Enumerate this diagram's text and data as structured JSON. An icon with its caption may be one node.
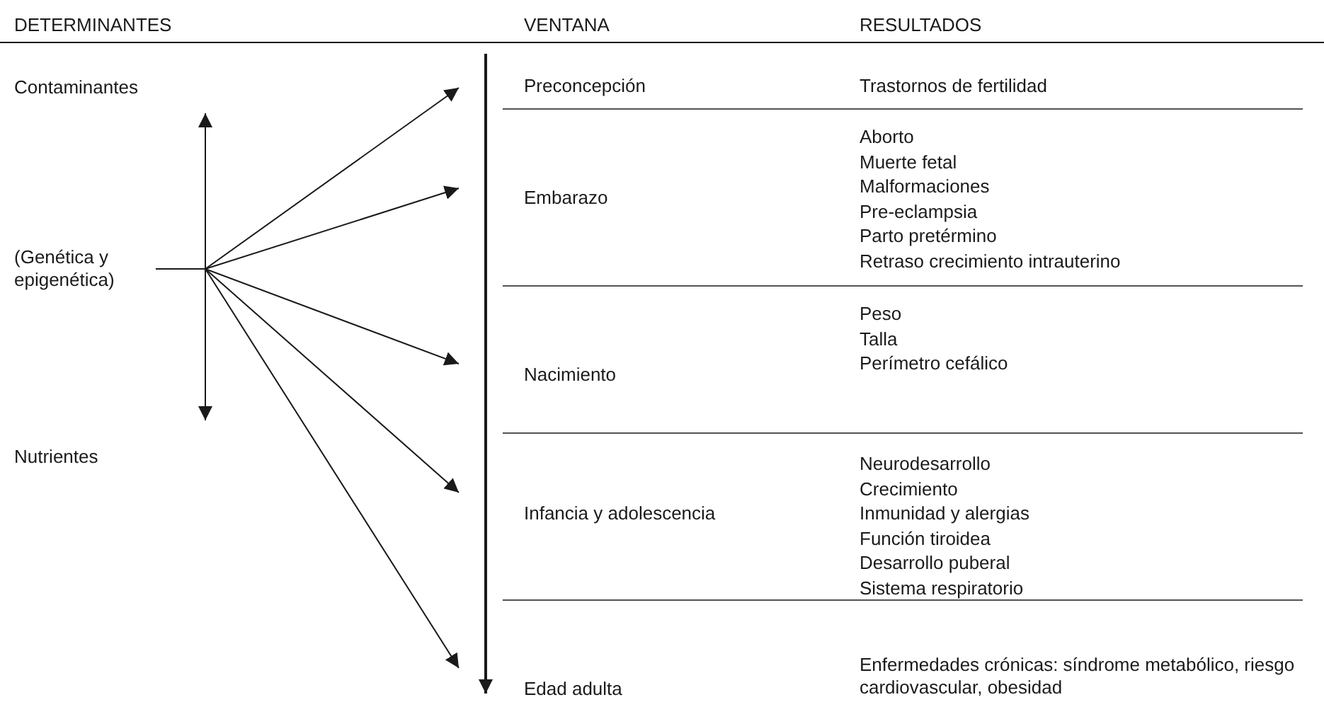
{
  "diagram": {
    "nodes": [
      {
        "text": [
          "Contaminantes"
        ]
      },
      {
        "text": [
          "(Genética y epigenética)"
        ]
      },
      {
        "text": [
          "Nutrientes"
        ]
      },
      {
        "text": [
          "Preconcepción",
          "Trastornos de fertilidad"
        ]
      },
      {
        "text": [
          "Embarazo",
          "Aborto",
          "Muerte fetal",
          "Malformaciones",
          "Pre-eclampsia",
          "Parto pretérmino",
          "Retraso crecimiento intrauterino"
        ]
      },
      {
        "text": [
          "Nacimiento",
          "Peso",
          "Talla",
          "Perímetro cefálico"
        ]
      },
      {
        "text": [
          "Infancia y adolescencia",
          "Neurodesarrollo",
          "Crecimiento",
          "Inmunidad y alergias",
          "Función tiroidea",
          "Desarrollo puberal",
          "Sistema respiratorio"
        ]
      },
      {
        "text": [
          "Edad adulta",
          "Enfermedades crónicas: síndrome metabólico, riesgo cardiovascular, obesidad"
        ]
      }
    ],
    "edges": [
      {
        "from": 1,
        "to": 3,
        "arrow": "to"
      },
      {
        "from": 1,
        "to": 4,
        "arrow": "to"
      },
      {
        "from": 1,
        "to": 5,
        "arrow": "to"
      },
      {
        "from": 1,
        "to": 6,
        "arrow": "to"
      },
      {
        "from": 1,
        "to": 7,
        "arrow": "to"
      }
    ],
    "labels": [
      "DETERMINANTES",
      "VENTANA",
      "RESULTADOS"
    ]
  }
}
